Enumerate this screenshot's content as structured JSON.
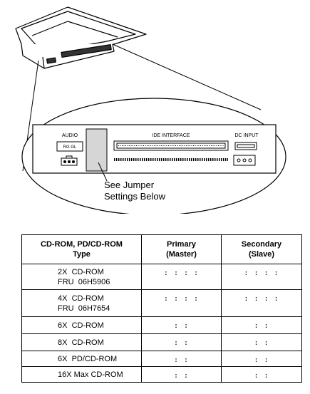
{
  "diagram": {
    "labels": {
      "audio": "AUDIO",
      "audio_pins": "RG GL",
      "ide": "IDE INTERFACE",
      "dc": "DC INPUT"
    },
    "callout": [
      "See Jumper",
      "Settings Below"
    ]
  },
  "table": {
    "headers": [
      [
        "CD-ROM, PD/CD-ROM",
        "Type"
      ],
      [
        "Primary",
        "(Master)"
      ],
      [
        "Secondary",
        "(Slave)"
      ]
    ],
    "rows": [
      {
        "type": [
          "2X  CD-ROM",
          "FRU  06H5906"
        ],
        "primary": ": :    : :",
        "secondary": ":    : : :"
      },
      {
        "type": [
          "4X  CD-ROM",
          "FRU  06H7654"
        ],
        "primary": ": :    : :",
        "secondary": ":    : : :"
      },
      {
        "type": [
          "6X  CD-ROM"
        ],
        "primary": ": :",
        "secondary": ":    :"
      },
      {
        "type": [
          "8X  CD-ROM"
        ],
        "primary": ": :",
        "secondary": ":    :"
      },
      {
        "type": [
          "6X  PD/CD-ROM"
        ],
        "primary": ": :",
        "secondary": ":    :"
      },
      {
        "type": [
          "16X Max CD-ROM"
        ],
        "primary": ": :",
        "secondary": ":    :"
      }
    ]
  }
}
